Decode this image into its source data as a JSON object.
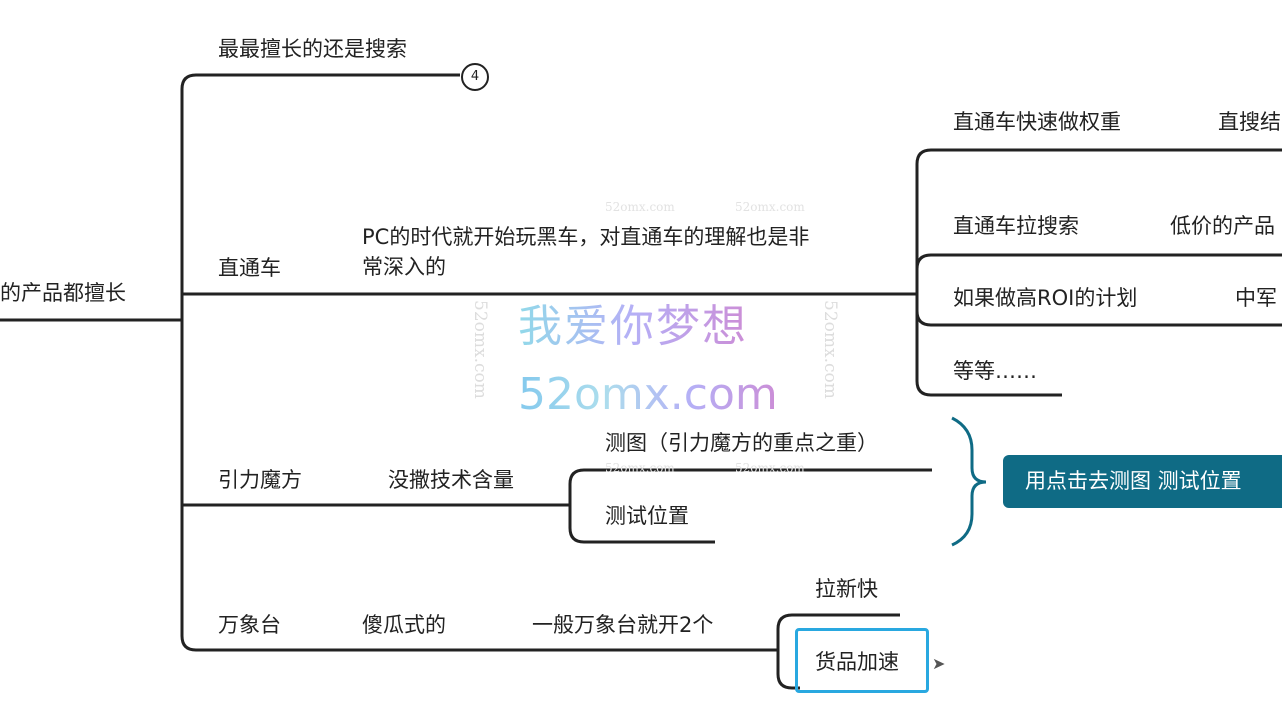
{
  "root": {
    "label": "的产品都擅长"
  },
  "branches": {
    "search": {
      "label": "最最擅长的还是搜索",
      "count": "4"
    },
    "ztc": {
      "label": "直通车",
      "note_line1": "PC的时代就开始玩黑车，对直通车的理解也是非",
      "note_line2": "常深入的",
      "children": [
        {
          "label": "直通车快速做权重",
          "next": "直搜结"
        },
        {
          "label": "直通车拉搜索",
          "next": "低价的产品"
        },
        {
          "label": "如果做高ROI的计划",
          "next": "中军"
        },
        {
          "label": "等等……"
        }
      ]
    },
    "ylmf": {
      "label": "引力魔方",
      "note": "没撒技术含量",
      "children": [
        {
          "label": "测图（引力魔方的重点之重）"
        },
        {
          "label": "测试位置"
        }
      ],
      "summary": "用点击去测图 测试位置"
    },
    "wxt": {
      "label": "万象台",
      "note1": "傻瓜式的",
      "note2": "一般万象台就开2个",
      "children": [
        {
          "label": "拉新快"
        },
        {
          "label": "货品加速"
        }
      ]
    }
  },
  "watermark": {
    "line1": "我爱你梦想",
    "line2": "52omx.com",
    "small": "52omx.com"
  },
  "colors": {
    "line": "#222222",
    "summary_bg": "#0f6b85",
    "selection": "#29a8e0"
  }
}
